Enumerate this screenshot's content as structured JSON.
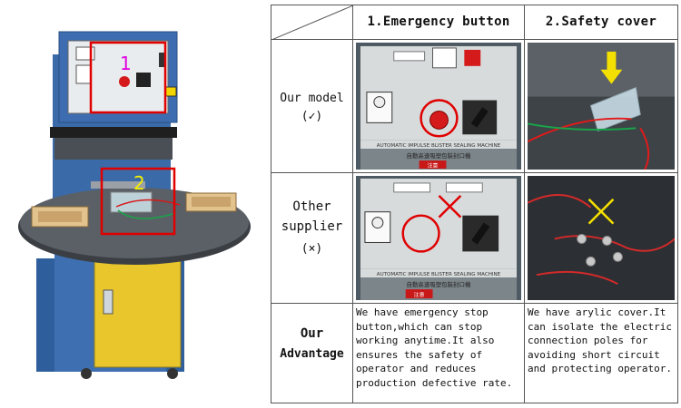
{
  "left_photo": {
    "badge_1": "1",
    "badge_2": "2",
    "highlight_color": "#e00000",
    "badge_1_color": "#e000e0",
    "badge_2_color": "#f4f000"
  },
  "table": {
    "headers": {
      "col1": "1.Emergency button",
      "col2": "2.Safety cover"
    },
    "rows": {
      "our_model": {
        "line1": "Our model",
        "line2": "(✓)"
      },
      "other_supplier": {
        "line1": "Other",
        "line2": "supplier",
        "line3": "(×)"
      },
      "our_advantage": {
        "line1": "Our",
        "line2": "Advantage"
      }
    },
    "advantage": {
      "col1": "We have emergency stop button,which can stop working anytime.It also ensures the safety of operator and reduces production defective rate.",
      "col2": "We have arylic cover.It can isolate the electric connection poles for avoiding short circuit and protecting operator."
    },
    "panel_text": {
      "our_panel_label": "AUTOMATIC IMPULSE BLISTER SEALING MACHINE",
      "our_panel_cn": "自動高速吸塑包裝封口機",
      "other_panel_label": "AUTOMATIC IMPULSE BLISTER SEALING MACHINE",
      "other_panel_cn": "自動高速吸塑包裝封口機",
      "caution_cn": "注意"
    },
    "mark_colors": {
      "circle": "#e00000",
      "cross_red": "#e00000",
      "cross_yellow": "#f4e000",
      "arrow": "#f4e000"
    }
  }
}
